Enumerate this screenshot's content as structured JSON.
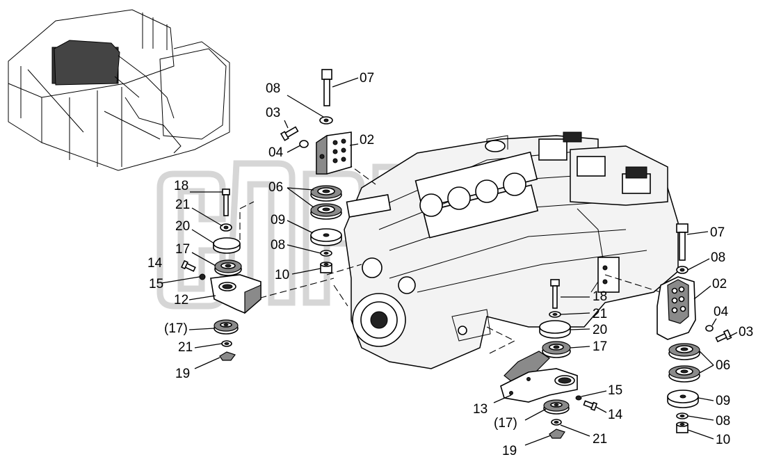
{
  "labels": {
    "l07a": "07",
    "l08a": "08",
    "l03a": "03",
    "l04a": "04",
    "l02a": "02",
    "l06a": "06",
    "l09a": "09",
    "l08b": "08",
    "l10a": "10",
    "l18a": "18",
    "l21a": "21",
    "l20a": "20",
    "l17a": "17",
    "l14a": "14",
    "l15a": "15",
    "l12a": "12",
    "l17p": "(17)",
    "l21b": "21",
    "l19a": "19",
    "l18b": "18",
    "l21c": "21",
    "l20b": "20",
    "l17b": "17",
    "l13a": "13",
    "l15b": "15",
    "l14b": "14",
    "l17q": "(17)",
    "l21d": "21",
    "l19b": "19",
    "l07b": "07",
    "l08c": "08",
    "l02b": "02",
    "l04b": "04",
    "l03b": "03",
    "l06b": "06",
    "l09b": "09",
    "l08d": "08",
    "l10b": "10"
  },
  "icons": {
    "inset": "vehicle-frame-inset-icon",
    "engine": "engine-transmission-assembly-icon",
    "watermark": "watermark-logo"
  }
}
